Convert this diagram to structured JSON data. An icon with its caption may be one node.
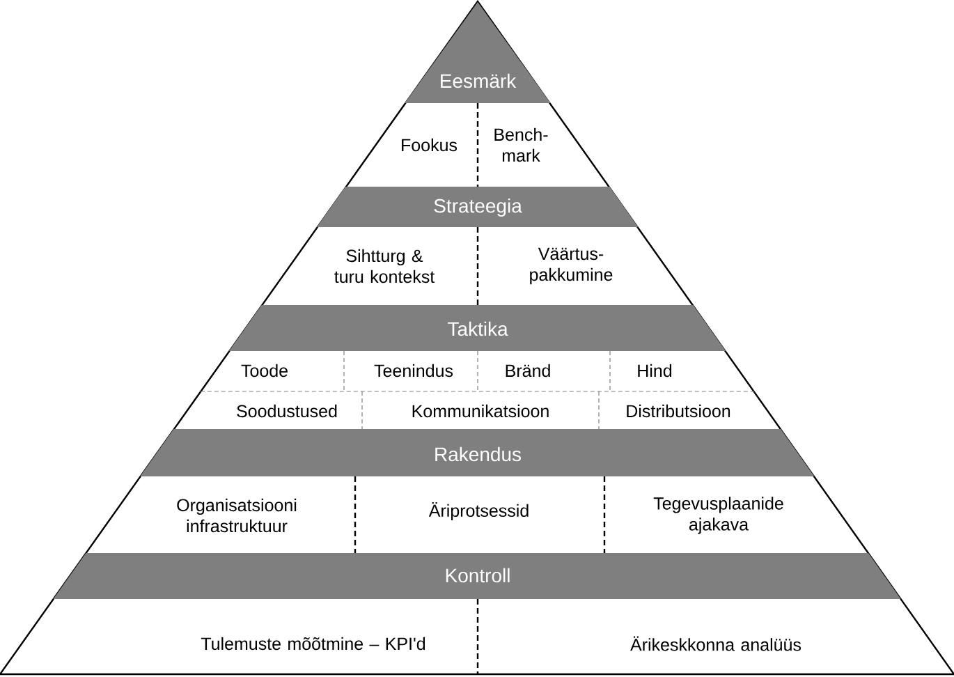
{
  "diagram": {
    "nodes": [
      {
        "text": [
          "Eesmärk"
        ]
      },
      {
        "text": [
          "Fookus"
        ]
      },
      {
        "text": [
          "Bench-mark"
        ]
      },
      {
        "text": [
          "Strateegia"
        ]
      },
      {
        "text": [
          "Sihtturg & turu kontekst"
        ]
      },
      {
        "text": [
          "Väärtus-pakkumine"
        ]
      },
      {
        "text": [
          "Taktika"
        ]
      },
      {
        "text": [
          "Toode"
        ]
      },
      {
        "text": [
          "Teenindus"
        ]
      },
      {
        "text": [
          "Bränd"
        ]
      },
      {
        "text": [
          "Hind"
        ]
      },
      {
        "text": [
          "Soodustused"
        ]
      },
      {
        "text": [
          "Kommunikatsioon"
        ]
      },
      {
        "text": [
          "Distributsioon"
        ]
      },
      {
        "text": [
          "Rakendus"
        ]
      },
      {
        "text": [
          "Organisatsiooni infrastruktuur"
        ]
      },
      {
        "text": [
          "Äriprotsessid"
        ]
      },
      {
        "text": [
          "Tegevusplaanide ajakava"
        ]
      },
      {
        "text": [
          "Kontroll"
        ]
      },
      {
        "text": [
          "Tulemuste mõõtmine – KPI'd"
        ]
      },
      {
        "text": [
          "Ärikeskkonna analüüs"
        ]
      }
    ]
  }
}
